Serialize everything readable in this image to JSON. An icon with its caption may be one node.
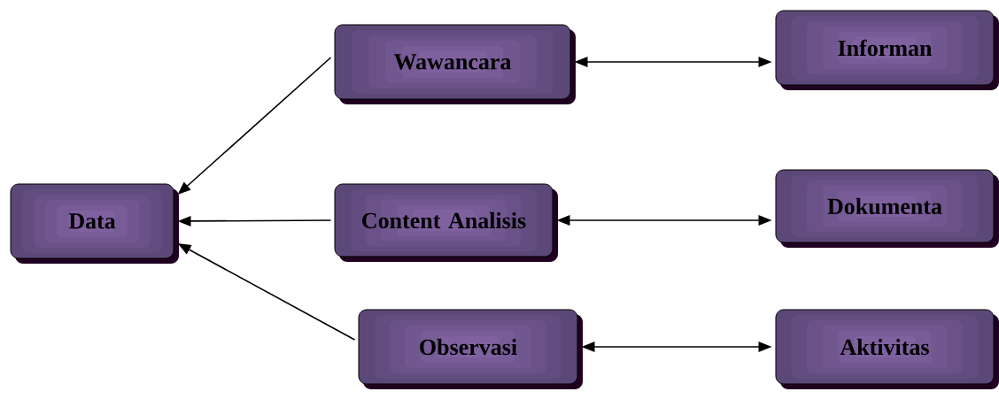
{
  "diagram": {
    "nodes": [
      {
        "text": [
          "Data"
        ]
      },
      {
        "text": [
          "Wawancara"
        ]
      },
      {
        "text": [
          "Informan"
        ]
      },
      {
        "text": [
          "Content Analisis"
        ]
      },
      {
        "text": [
          "Dokumenta"
        ]
      },
      {
        "text": [
          "Observasi"
        ]
      },
      {
        "text": [
          "Aktivitas"
        ]
      }
    ],
    "edges": [
      {
        "from": 1,
        "to": 0,
        "arrow": "to"
      },
      {
        "from": 3,
        "to": 0,
        "arrow": "to"
      },
      {
        "from": 5,
        "to": 0,
        "arrow": "to"
      },
      {
        "from": 1,
        "to": 2,
        "arrow": "both"
      },
      {
        "from": 3,
        "to": 4,
        "arrow": "both"
      },
      {
        "from": 5,
        "to": 6,
        "arrow": "both"
      }
    ]
  }
}
